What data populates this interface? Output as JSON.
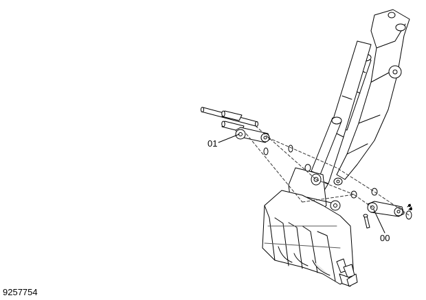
{
  "callouts": {
    "part_01": "01",
    "part_00": "00"
  },
  "drawing_number": "9257754",
  "colors": {
    "line": "#000000",
    "background": "#ffffff",
    "shading": "#e6e6e6"
  }
}
